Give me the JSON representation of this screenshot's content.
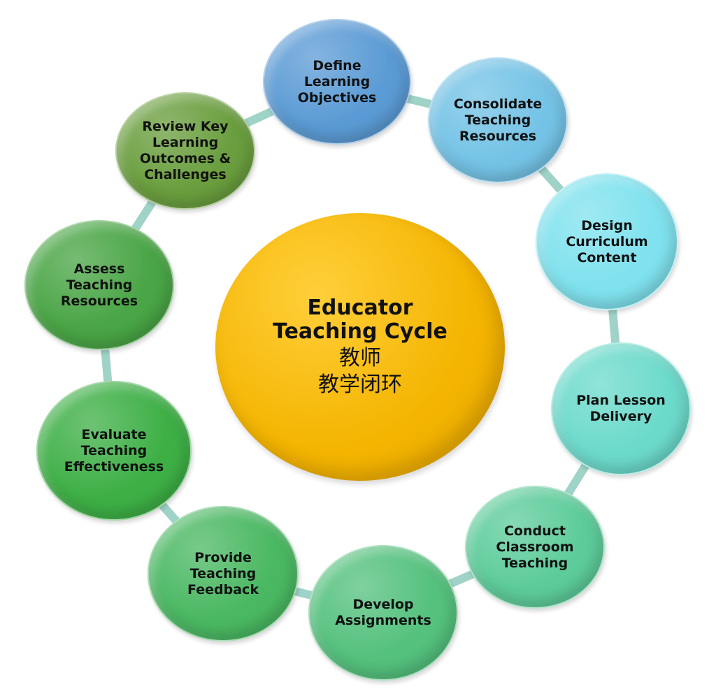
{
  "center": {
    "title": "Educator\nTeaching Cycle",
    "subtitle_cn": "教师\n教学闭环",
    "color": "#f4b400"
  },
  "steps": [
    {
      "label": "Define\nLearning\nObjectives",
      "color": "#5b9bd5"
    },
    {
      "label": "Consolidate\nTeaching\nResources",
      "color": "#74c3e6"
    },
    {
      "label": "Design\nCurriculum\nContent",
      "color": "#7fe2ee"
    },
    {
      "label": "Plan Lesson\nDelivery",
      "color": "#6cdacb"
    },
    {
      "label": "Conduct\nClassroom\nTeaching",
      "color": "#5dcc9a"
    },
    {
      "label": "Develop\nAssignments",
      "color": "#54c17d"
    },
    {
      "label": "Provide\nTeaching\nFeedback",
      "color": "#4ab862"
    },
    {
      "label": "Evaluate\nTeaching\nEffectiveness",
      "color": "#3daf45"
    },
    {
      "label": "Assess\nTeaching\nResources",
      "color": "#49a545"
    },
    {
      "label": "Review Key\nLearning\nOutcomes &\nChallenges",
      "color": "#6a9e3e"
    }
  ]
}
